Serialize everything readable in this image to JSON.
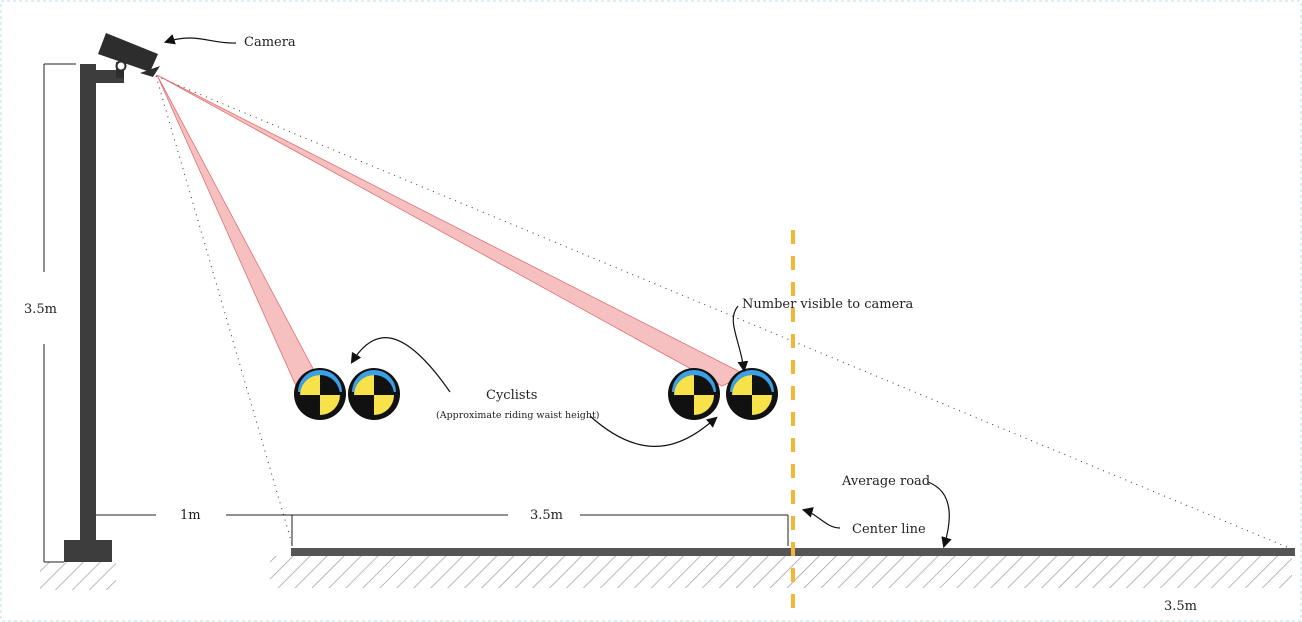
{
  "labels": {
    "camera": "Camera",
    "height": "3.5m",
    "number_visible": "Number visible to camera",
    "cyclists": "Cyclists",
    "cyclists_note": "(Approximate riding waist height)",
    "average_road": "Average road",
    "center_line": "Center line",
    "offset_distance": "1m",
    "lane_width": "3.5m",
    "far_lane_width": "3.5m"
  },
  "colors": {
    "pole": "#3d3d3d",
    "beam": "#f5b5b5",
    "center_line": "#f3b733",
    "target_yellow": "#f7e24a",
    "target_blue": "#3aa0e8",
    "road": "#555555"
  },
  "icons": {
    "camera": "security-camera-icon",
    "cyclist": "crash-test-target-icon"
  }
}
